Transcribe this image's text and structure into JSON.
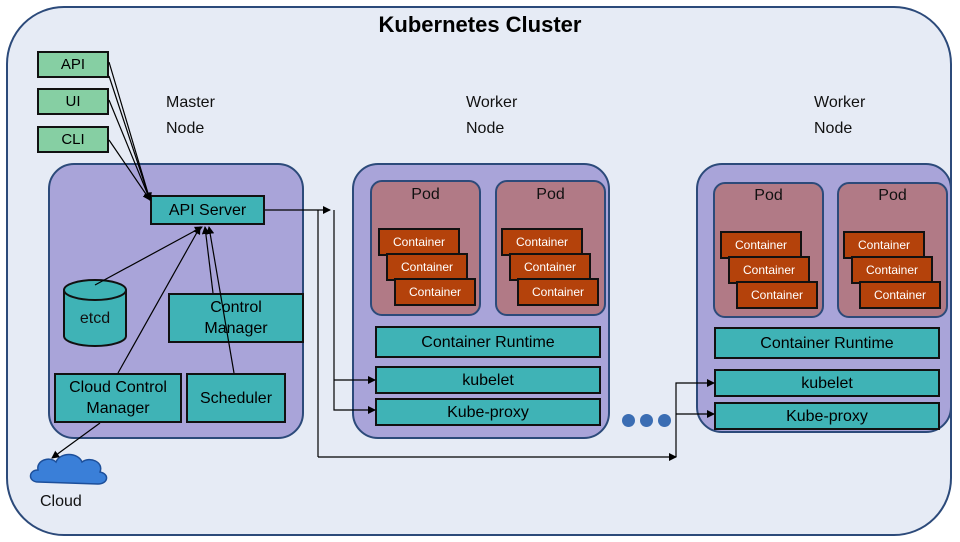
{
  "title": "Kubernetes Cluster",
  "master": {
    "label_line1": "Master",
    "label_line2": "Node",
    "clients": [
      "API",
      "UI",
      "CLI"
    ],
    "api_server": "API Server",
    "etcd": "etcd",
    "control_manager_line1": "Control",
    "control_manager_line2": "Manager",
    "cloud_control_line1": "Cloud Control",
    "cloud_control_line2": "Manager",
    "scheduler": "Scheduler"
  },
  "cloud": "Cloud",
  "worker_left": {
    "label_line1": "Worker",
    "label_line2": "Node",
    "pods": [
      "Pod",
      "Pod"
    ],
    "container_label": "Container",
    "runtime": "Container Runtime",
    "kubelet": "kubelet",
    "proxy": "Kube-proxy"
  },
  "worker_right": {
    "label_line1": "Worker",
    "label_line2": "Node",
    "pods": [
      "Pod",
      "Pod"
    ],
    "container_label": "Container",
    "runtime": "Container Runtime",
    "kubelet": "kubelet",
    "proxy": "Kube-proxy"
  },
  "colors": {
    "cluster_bg": "#e6ebf5",
    "node_bg": "#a9a4d9",
    "pod_bg": "#b17a86",
    "container_bg": "#b4420b",
    "component_bg": "#3fb3b6",
    "client_bg": "#86cfa3",
    "border": "#2c4a7a",
    "dots": "#3b6db3"
  }
}
